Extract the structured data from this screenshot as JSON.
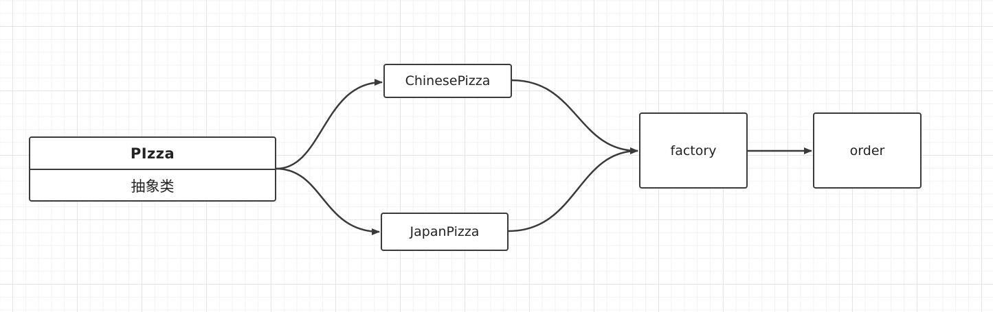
{
  "diagram": {
    "nodes": {
      "pizza": {
        "name": "PIzza",
        "description": "抽象类"
      },
      "chinese_pizza": {
        "label": "ChinesePizza"
      },
      "japan_pizza": {
        "label": "JapanPizza"
      },
      "factory": {
        "label": "factory"
      },
      "order": {
        "label": "order"
      }
    },
    "edges": [
      {
        "from": "PIzza",
        "to": "ChinesePizza"
      },
      {
        "from": "PIzza",
        "to": "JapanPizza"
      },
      {
        "from": "ChinesePizza",
        "to": "factory"
      },
      {
        "from": "JapanPizza",
        "to": "factory"
      },
      {
        "from": "factory",
        "to": "order"
      }
    ],
    "colors": {
      "stroke": "#3a3a3a",
      "grid": "#e4e4e4",
      "background": "#ffffff"
    }
  }
}
